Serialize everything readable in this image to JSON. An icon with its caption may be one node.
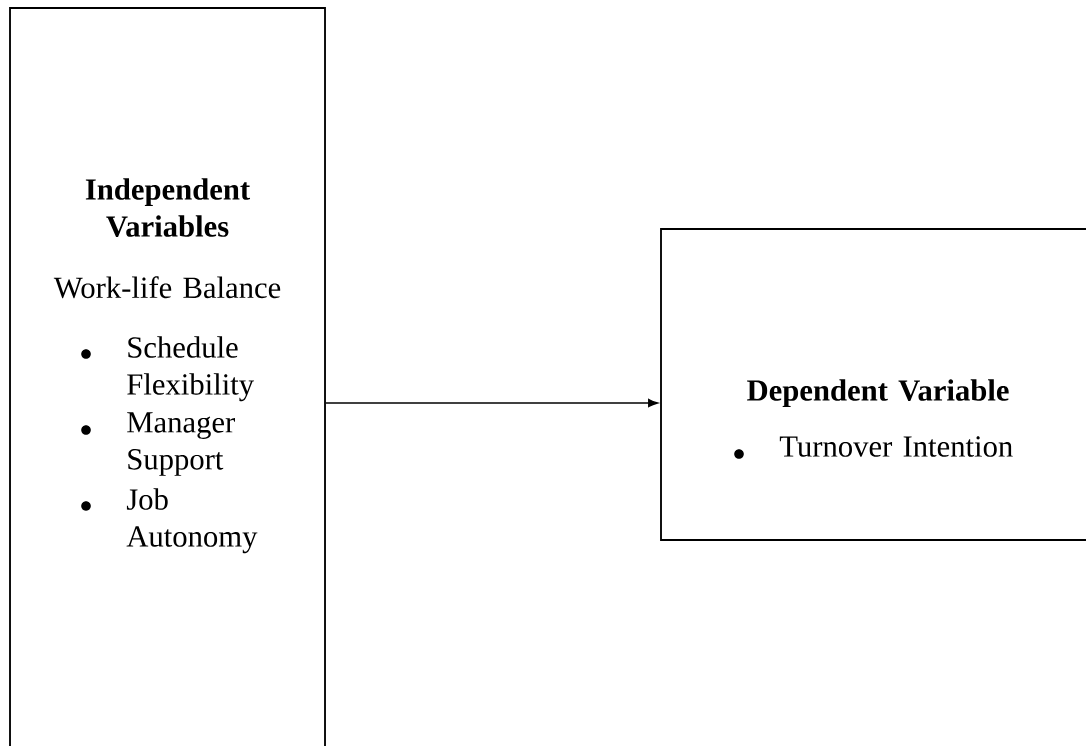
{
  "diagram": {
    "nodes": [
      {
        "text": [
          "Independent Variables",
          "Work-life Balance",
          "Schedule Flexibility",
          "Manager Support",
          "Job Autonomy"
        ]
      },
      {
        "text": [
          "Dependent Variable",
          "Turnover Intention"
        ]
      }
    ],
    "edges": [
      {
        "from": 0,
        "to": 1,
        "arrow": "to"
      }
    ]
  }
}
